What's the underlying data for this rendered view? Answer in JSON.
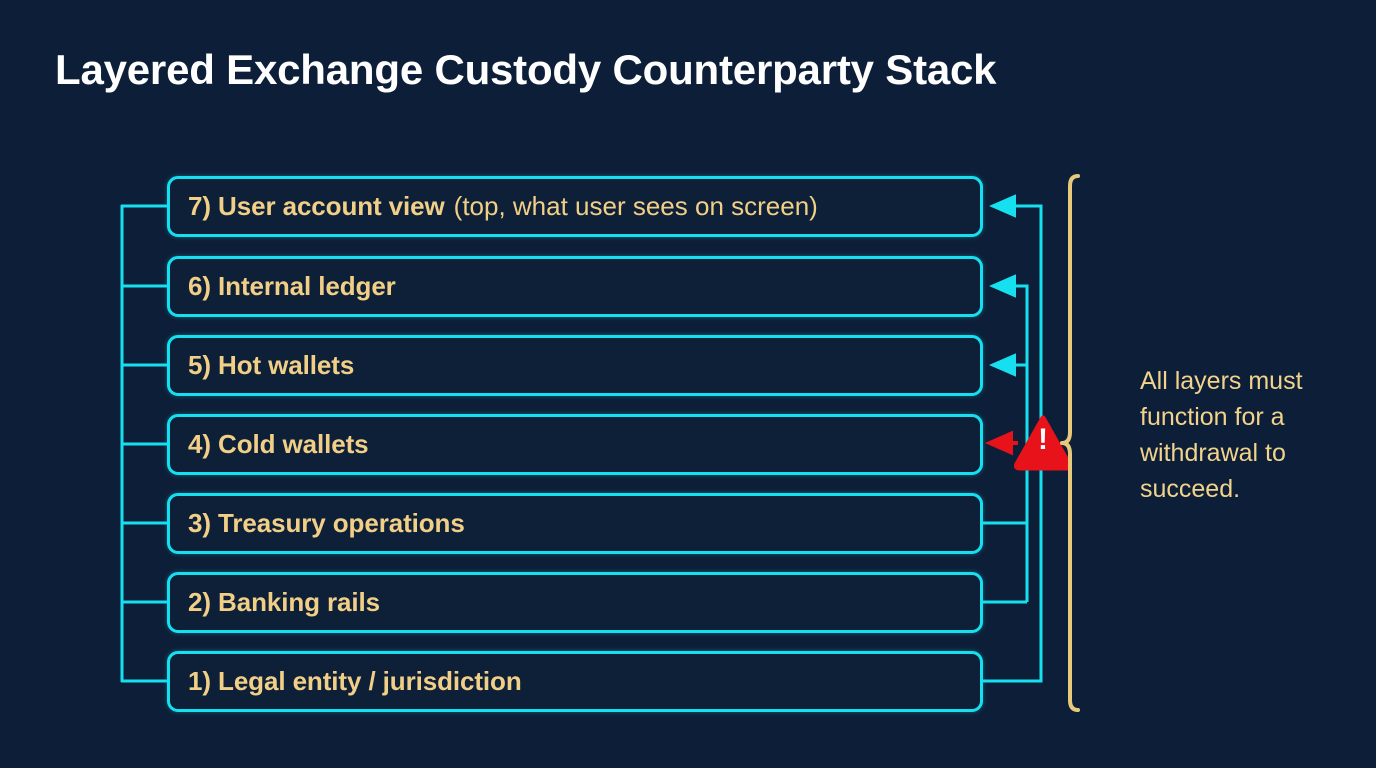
{
  "title": "Layered Exchange Custody Counterparty Stack",
  "colors": {
    "background": "#0d1f38",
    "box_border": "#16e0f0",
    "box_fill": "#0d2038",
    "label_text": "#f2cf87",
    "title_text": "#ffffff",
    "brace": "#e8c97a",
    "warning_red": "#e8121b",
    "annotation_text": "#f2d38c"
  },
  "layers": [
    {
      "label": "7) User account view",
      "note": "(top, what user sees on screen)",
      "number": 7
    },
    {
      "label": "6) Internal ledger",
      "note": "",
      "number": 6
    },
    {
      "label": "5) Hot wallets",
      "note": "",
      "number": 5
    },
    {
      "label": "4) Cold wallets",
      "note": "",
      "number": 4
    },
    {
      "label": "3) Treasury operations",
      "note": "",
      "number": 3
    },
    {
      "label": "2) Banking rails",
      "note": "",
      "number": 2
    },
    {
      "label": "1) Legal entity / jurisdiction",
      "note": "",
      "number": 1
    }
  ],
  "annotation": {
    "text": "All layers must function for a withdrawal to succeed."
  },
  "warning": {
    "glyph": "!",
    "target_layer": "4) Cold wallets"
  }
}
